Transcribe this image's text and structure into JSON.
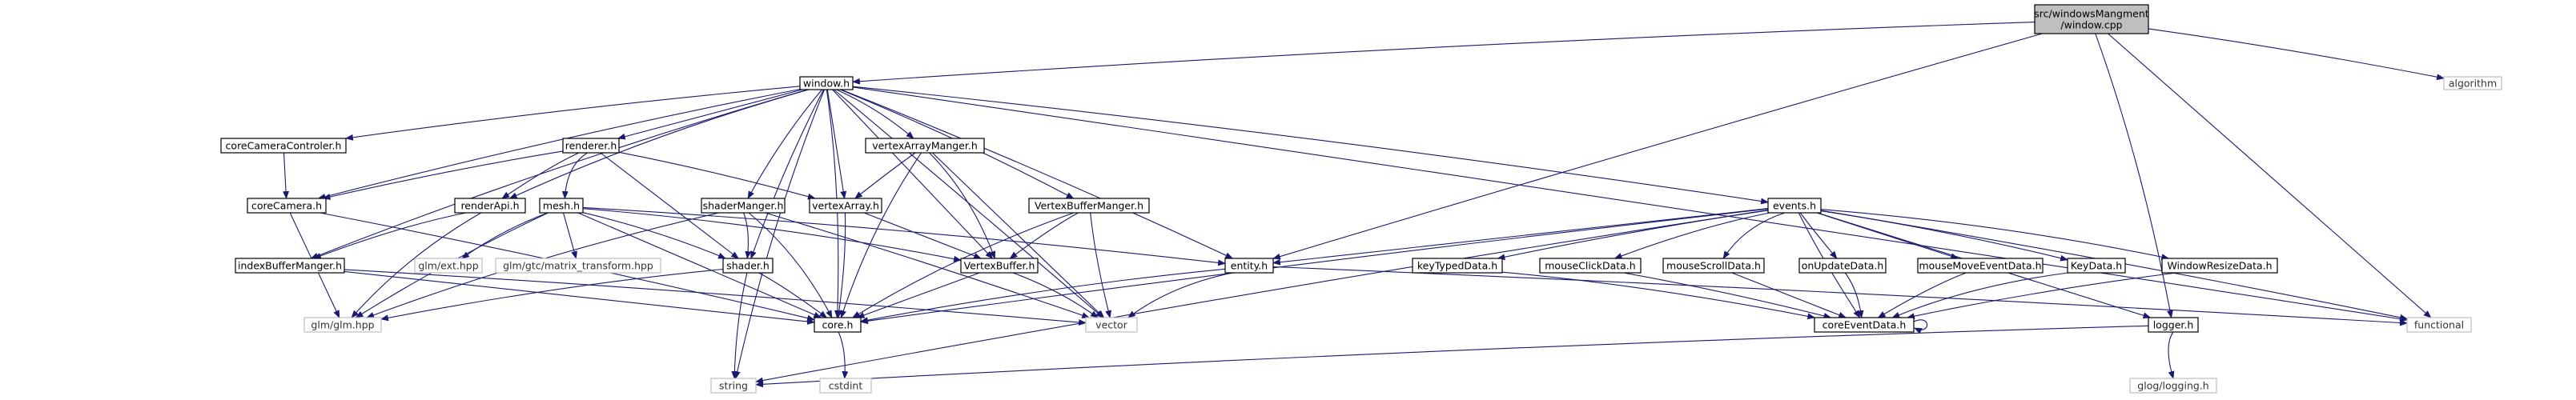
{
  "nodes": [
    {
      "id": "root",
      "lines": [
        "src/windowsMangment",
        "/window.cpp"
      ],
      "kind": "root"
    },
    {
      "id": "window",
      "lines": [
        "window.h"
      ],
      "kind": "normal"
    },
    {
      "id": "algorithm",
      "lines": [
        "algorithm"
      ],
      "kind": "ext"
    },
    {
      "id": "functional",
      "lines": [
        "functional"
      ],
      "kind": "ext"
    },
    {
      "id": "coreCameraControler",
      "lines": [
        "coreCameraControler.h"
      ],
      "kind": "normal"
    },
    {
      "id": "renderer",
      "lines": [
        "renderer.h"
      ],
      "kind": "normal"
    },
    {
      "id": "vertexArrayManger",
      "lines": [
        "vertexArrayManger.h"
      ],
      "kind": "normal"
    },
    {
      "id": "coreCamera",
      "lines": [
        "coreCamera.h"
      ],
      "kind": "normal"
    },
    {
      "id": "renderApi",
      "lines": [
        "renderApi.h"
      ],
      "kind": "normal"
    },
    {
      "id": "mesh",
      "lines": [
        "mesh.h"
      ],
      "kind": "normal"
    },
    {
      "id": "shaderManger",
      "lines": [
        "shaderManger.h"
      ],
      "kind": "normal"
    },
    {
      "id": "vertexArray",
      "lines": [
        "vertexArray.h"
      ],
      "kind": "normal"
    },
    {
      "id": "VertexBufferManger",
      "lines": [
        "VertexBufferManger.h"
      ],
      "kind": "normal"
    },
    {
      "id": "events",
      "lines": [
        "events.h"
      ],
      "kind": "normal"
    },
    {
      "id": "indexBufferManger",
      "lines": [
        "indexBufferManger.h"
      ],
      "kind": "normal"
    },
    {
      "id": "glmext",
      "lines": [
        "glm/ext.hpp"
      ],
      "kind": "ext"
    },
    {
      "id": "glmgtc",
      "lines": [
        "glm/gtc/matrix_transform.hpp"
      ],
      "kind": "ext"
    },
    {
      "id": "shader",
      "lines": [
        "shader.h"
      ],
      "kind": "normal"
    },
    {
      "id": "VertexBuffer",
      "lines": [
        "VertexBuffer.h"
      ],
      "kind": "normal"
    },
    {
      "id": "entity",
      "lines": [
        "entity.h"
      ],
      "kind": "normal"
    },
    {
      "id": "keyTypedData",
      "lines": [
        "keyTypedData.h"
      ],
      "kind": "normal"
    },
    {
      "id": "mouseClickData",
      "lines": [
        "mouseClickData.h"
      ],
      "kind": "normal"
    },
    {
      "id": "mouseScrollData",
      "lines": [
        "mouseScrollData.h"
      ],
      "kind": "normal"
    },
    {
      "id": "onUpdateData",
      "lines": [
        "onUpdateData.h"
      ],
      "kind": "normal"
    },
    {
      "id": "mouseMoveEventData",
      "lines": [
        "mouseMoveEventData.h"
      ],
      "kind": "normal"
    },
    {
      "id": "KeyData",
      "lines": [
        "KeyData.h"
      ],
      "kind": "normal"
    },
    {
      "id": "WindowResizeData",
      "lines": [
        "WindowResizeData.h"
      ],
      "kind": "normal"
    },
    {
      "id": "glmhpp",
      "lines": [
        "glm/glm.hpp"
      ],
      "kind": "ext"
    },
    {
      "id": "core",
      "lines": [
        "core.h"
      ],
      "kind": "normal"
    },
    {
      "id": "vector",
      "lines": [
        "vector"
      ],
      "kind": "ext"
    },
    {
      "id": "coreEventData",
      "lines": [
        "coreEventData.h"
      ],
      "kind": "normal"
    },
    {
      "id": "functional2",
      "lines": [
        "functional"
      ],
      "kind": "ext"
    },
    {
      "id": "logger",
      "lines": [
        "logger.h"
      ],
      "kind": "normal"
    },
    {
      "id": "string",
      "lines": [
        "string"
      ],
      "kind": "ext"
    },
    {
      "id": "cstdint",
      "lines": [
        "cstdint"
      ],
      "kind": "ext"
    },
    {
      "id": "gloglogging",
      "lines": [
        "glog/logging.h"
      ],
      "kind": "ext"
    }
  ],
  "edges": [
    [
      "root",
      "window"
    ],
    [
      "root",
      "algorithm"
    ],
    [
      "root",
      "functional"
    ],
    [
      "root",
      "entity"
    ],
    [
      "root",
      "logger"
    ],
    [
      "window",
      "string"
    ],
    [
      "window",
      "coreCameraControler"
    ],
    [
      "window",
      "renderer"
    ],
    [
      "window",
      "vertexArrayManger"
    ],
    [
      "window",
      "coreCamera"
    ],
    [
      "window",
      "renderApi"
    ],
    [
      "window",
      "shaderManger"
    ],
    [
      "window",
      "vertexArray"
    ],
    [
      "window",
      "VertexBufferManger"
    ],
    [
      "window",
      "events"
    ],
    [
      "window",
      "indexBufferManger"
    ],
    [
      "window",
      "shader"
    ],
    [
      "window",
      "VertexBuffer"
    ],
    [
      "window",
      "entity"
    ],
    [
      "window",
      "core"
    ],
    [
      "window",
      "vector"
    ],
    [
      "window",
      "functional"
    ],
    [
      "coreCameraControler",
      "coreCamera"
    ],
    [
      "renderer",
      "coreCamera"
    ],
    [
      "renderer",
      "renderApi"
    ],
    [
      "renderer",
      "mesh"
    ],
    [
      "renderer",
      "vertexArray"
    ],
    [
      "renderer",
      "shader"
    ],
    [
      "vertexArrayManger",
      "vertexArray"
    ],
    [
      "vertexArrayManger",
      "VertexBuffer"
    ],
    [
      "vertexArrayManger",
      "core"
    ],
    [
      "vertexArrayManger",
      "vector"
    ],
    [
      "coreCamera",
      "glmhpp"
    ],
    [
      "coreCamera",
      "core"
    ],
    [
      "renderApi",
      "indexBufferManger"
    ],
    [
      "renderApi",
      "glmhpp"
    ],
    [
      "mesh",
      "glmext"
    ],
    [
      "mesh",
      "glmgtc"
    ],
    [
      "mesh",
      "shader"
    ],
    [
      "mesh",
      "VertexBuffer"
    ],
    [
      "mesh",
      "entity"
    ],
    [
      "mesh",
      "glmhpp"
    ],
    [
      "mesh",
      "core"
    ],
    [
      "shaderManger",
      "shader"
    ],
    [
      "shaderManger",
      "core"
    ],
    [
      "shaderManger",
      "glmhpp"
    ],
    [
      "shaderManger",
      "vector"
    ],
    [
      "vertexArray",
      "VertexBuffer"
    ],
    [
      "vertexArray",
      "core"
    ],
    [
      "VertexBufferManger",
      "VertexBuffer"
    ],
    [
      "VertexBufferManger",
      "core"
    ],
    [
      "VertexBufferManger",
      "vector"
    ],
    [
      "indexBufferManger",
      "core"
    ],
    [
      "indexBufferManger",
      "vector"
    ],
    [
      "shader",
      "glmhpp"
    ],
    [
      "shader",
      "core"
    ],
    [
      "shader",
      "string"
    ],
    [
      "VertexBuffer",
      "core"
    ],
    [
      "VertexBuffer",
      "vector"
    ],
    [
      "entity",
      "core"
    ],
    [
      "entity",
      "vector"
    ],
    [
      "entity",
      "functional2"
    ],
    [
      "events",
      "entity"
    ],
    [
      "events",
      "keyTypedData"
    ],
    [
      "events",
      "mouseClickData"
    ],
    [
      "events",
      "mouseScrollData"
    ],
    [
      "events",
      "onUpdateData"
    ],
    [
      "events",
      "mouseMoveEventData"
    ],
    [
      "events",
      "KeyData"
    ],
    [
      "events",
      "WindowResizeData"
    ],
    [
      "events",
      "coreEventData"
    ],
    [
      "events",
      "core"
    ],
    [
      "events",
      "logger"
    ],
    [
      "events",
      "functional"
    ],
    [
      "events",
      "string"
    ],
    [
      "keyTypedData",
      "coreEventData"
    ],
    [
      "mouseClickData",
      "coreEventData"
    ],
    [
      "mouseScrollData",
      "coreEventData"
    ],
    [
      "onUpdateData",
      "coreEventData"
    ],
    [
      "mouseMoveEventData",
      "coreEventData"
    ],
    [
      "KeyData",
      "coreEventData"
    ],
    [
      "WindowResizeData",
      "coreEventData"
    ],
    [
      "coreEventData",
      "coreEventData"
    ],
    [
      "core",
      "cstdint"
    ],
    [
      "logger",
      "string"
    ],
    [
      "logger",
      "gloglogging"
    ]
  ]
}
